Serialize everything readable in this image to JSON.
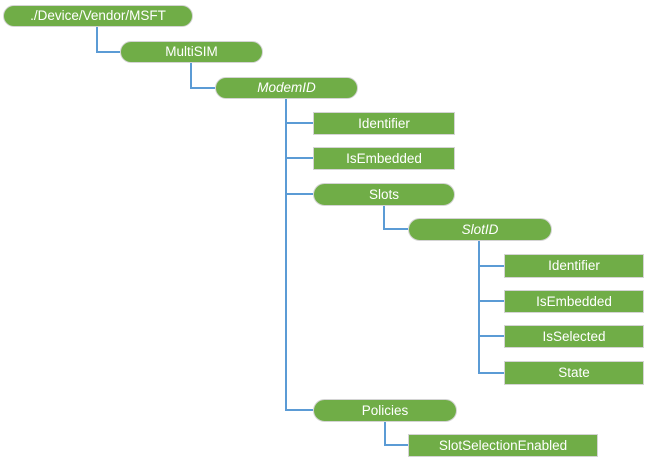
{
  "diagram": {
    "type": "tree",
    "colors": {
      "node_fill": "#70AD47",
      "node_border": "#D4D4D4",
      "node_text": "#FFFFFF",
      "connector": "#5B9BD5"
    },
    "tree": {
      "label": "./Device/Vendor/MSFT",
      "shape": "pill",
      "italic": false,
      "children": [
        {
          "label": "MultiSIM",
          "shape": "pill",
          "italic": false,
          "children": [
            {
              "label": "ModemID",
              "shape": "pill",
              "italic": true,
              "children": [
                {
                  "label": "Identifier",
                  "shape": "rect",
                  "italic": false
                },
                {
                  "label": "IsEmbedded",
                  "shape": "rect",
                  "italic": false
                },
                {
                  "label": "Slots",
                  "shape": "pill",
                  "italic": false,
                  "children": [
                    {
                      "label": "SlotID",
                      "shape": "pill",
                      "italic": true,
                      "children": [
                        {
                          "label": "Identifier",
                          "shape": "rect",
                          "italic": false
                        },
                        {
                          "label": "IsEmbedded",
                          "shape": "rect",
                          "italic": false
                        },
                        {
                          "label": "IsSelected",
                          "shape": "rect",
                          "italic": false
                        },
                        {
                          "label": "State",
                          "shape": "rect",
                          "italic": false
                        }
                      ]
                    }
                  ]
                },
                {
                  "label": "Policies",
                  "shape": "pill",
                  "italic": false,
                  "children": [
                    {
                      "label": "SlotSelectionEnabled",
                      "shape": "rect",
                      "italic": false
                    }
                  ]
                }
              ]
            }
          ]
        }
      ]
    }
  }
}
